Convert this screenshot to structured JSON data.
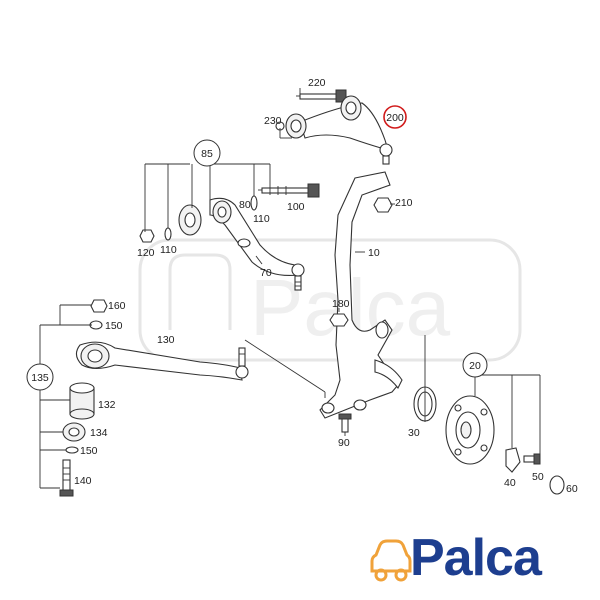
{
  "diagram": {
    "parts": {
      "p220": "220",
      "p230": "230",
      "p200": "200",
      "p85": "85",
      "p80": "80",
      "p110a": "110",
      "p110b": "110",
      "p100": "100",
      "p210": "210",
      "p120": "120",
      "p10": "10",
      "p70": "70",
      "p160": "160",
      "p150a": "150",
      "p180": "180",
      "p130": "130",
      "p135": "135",
      "p132": "132",
      "p134": "134",
      "p150b": "150",
      "p140": "140",
      "p20": "20",
      "p30": "30",
      "p90": "90",
      "p40": "40",
      "p50": "50",
      "p60": "60"
    },
    "highlight_color": "#d11a1a"
  },
  "logo": {
    "text": "Palca",
    "color": "#1d3e8f",
    "accent": "#f0a23a",
    "icon": "car-icon"
  }
}
